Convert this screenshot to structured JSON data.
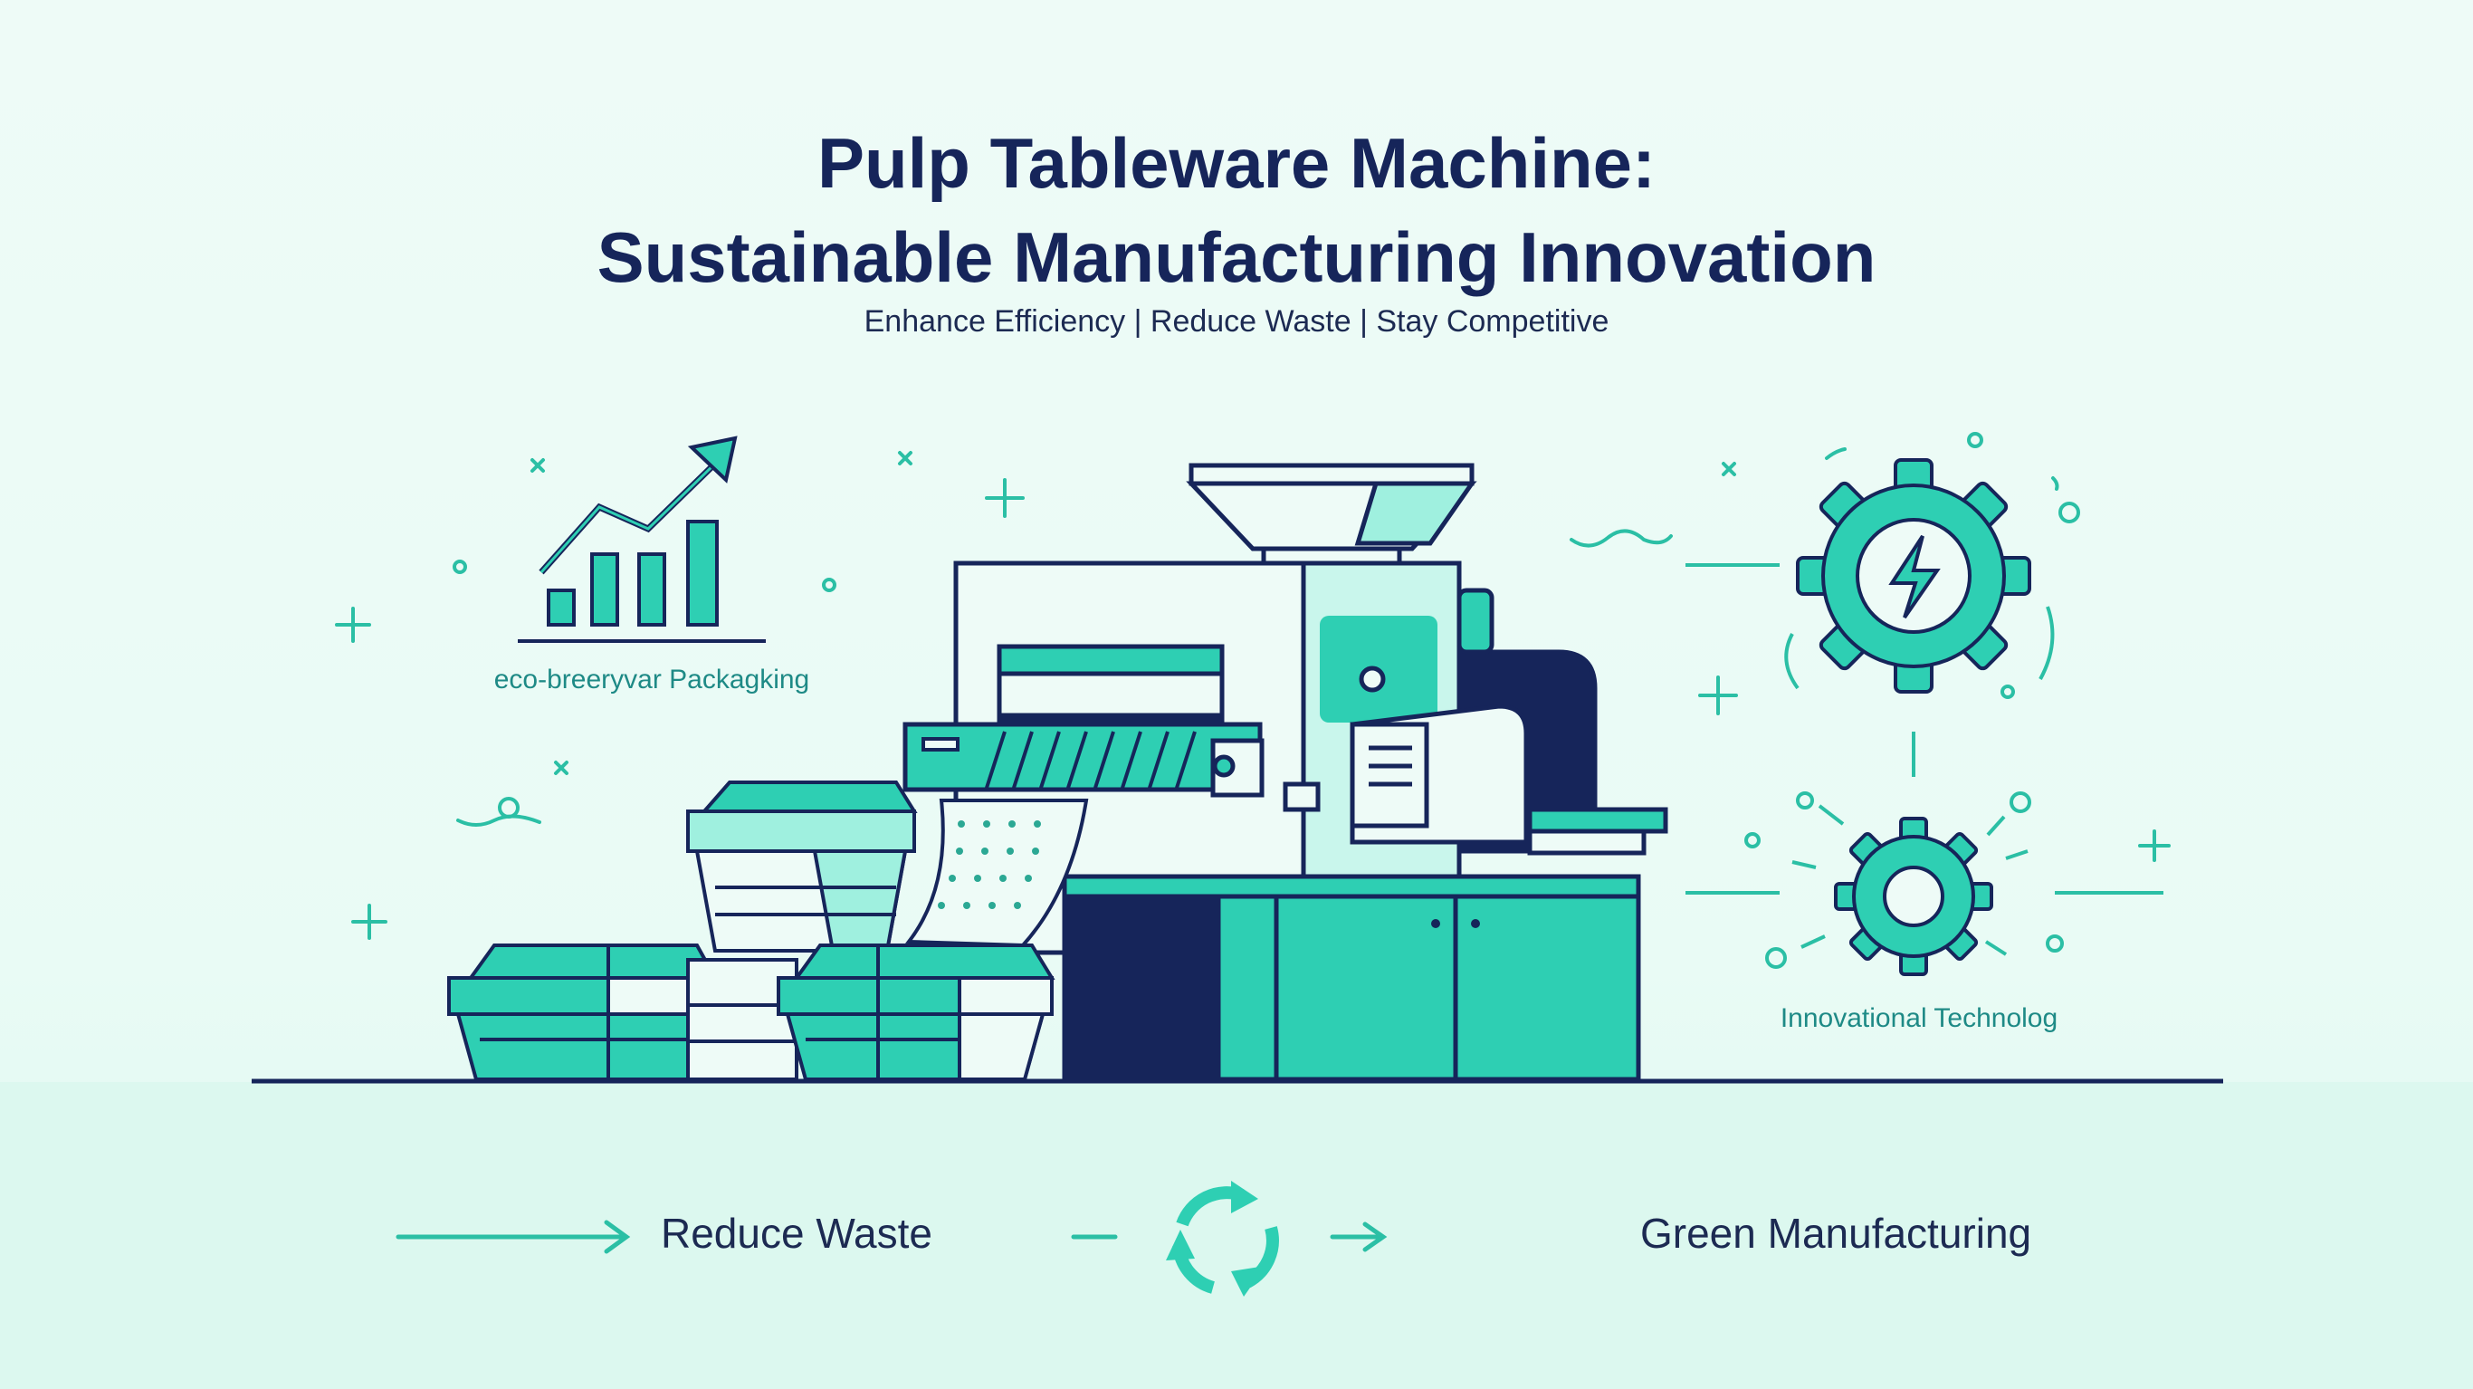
{
  "title": {
    "line1": "Pulp Tableware Machine:",
    "line2": "Sustainable Manufacturing Innovation"
  },
  "subtitle": "Enhance Efficiency | Reduce Waste | Stay Competitive",
  "left_feature": {
    "label": "eco-breeryvar Packagking",
    "icon": "bar-chart-growth-icon"
  },
  "right_feature": {
    "label": "Innovational Technolog",
    "icons": [
      "gear-lightning-icon",
      "gear-icon"
    ]
  },
  "bottom": {
    "reduce_label": "Reduce Waste",
    "green_label": "Green Manufacturing",
    "icon": "recycle-arrows-icon"
  },
  "colors": {
    "navy": "#16255a",
    "teal": "#2ecfb3",
    "teal_light": "#9ff0df",
    "mint_bg": "#eefbf7"
  }
}
